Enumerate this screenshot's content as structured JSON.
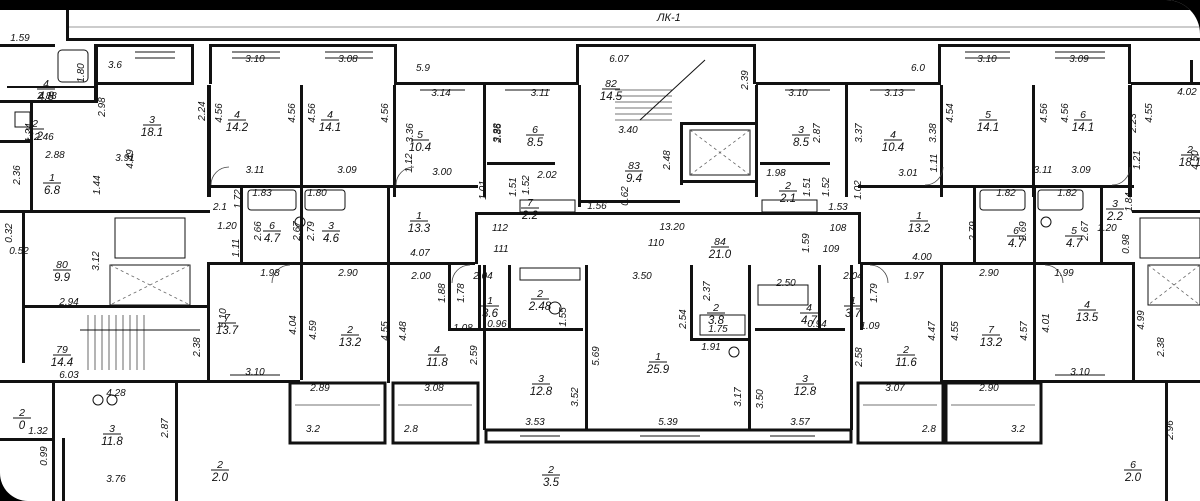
{
  "plan": {
    "section_label": "ЛК-1",
    "rooms": [
      {
        "num": "4",
        "area": "4.8"
      },
      {
        "num": "3",
        "area": "18.1"
      },
      {
        "num": "4",
        "area": "14.2"
      },
      {
        "num": "4",
        "area": "14.1"
      },
      {
        "num": "5",
        "area": "10.4"
      },
      {
        "num": "6",
        "area": "8.5"
      },
      {
        "num": "82",
        "area": "14.5"
      },
      {
        "num": "3",
        "area": "8.5"
      },
      {
        "num": "4",
        "area": "10.4"
      },
      {
        "num": "5",
        "area": "14.1"
      },
      {
        "num": "6",
        "area": "14.1"
      },
      {
        "num": "2",
        "area": "18.1"
      },
      {
        "num": "2",
        "area": "3.2"
      },
      {
        "num": "1",
        "area": "6.8"
      },
      {
        "num": "6",
        "area": "4.7"
      },
      {
        "num": "3",
        "area": "4.6"
      },
      {
        "num": "1",
        "area": "13.3"
      },
      {
        "num": "7",
        "area": "2.2"
      },
      {
        "num": "83",
        "area": "9.4"
      },
      {
        "num": "84",
        "area": "21.0"
      },
      {
        "num": "2",
        "area": "2.1"
      },
      {
        "num": "1",
        "area": "13.2"
      },
      {
        "num": "6",
        "area": "4.7"
      },
      {
        "num": "5",
        "area": "4.7"
      },
      {
        "num": "3",
        "area": "2.2"
      },
      {
        "num": "80",
        "area": "9.9"
      },
      {
        "num": "79",
        "area": "14.4"
      },
      {
        "num": "7",
        "area": "13.7"
      },
      {
        "num": "2",
        "area": "13.2"
      },
      {
        "num": "4",
        "area": "11.8"
      },
      {
        "num": "1",
        "area": "3.6"
      },
      {
        "num": "2",
        "area": "2.48"
      },
      {
        "num": "3",
        "area": "12.8"
      },
      {
        "num": "1",
        "area": "25.9"
      },
      {
        "num": "2",
        "area": "3.8"
      },
      {
        "num": "3",
        "area": "12.8"
      },
      {
        "num": "4",
        "area": "4.7"
      },
      {
        "num": "1",
        "area": "3.7"
      },
      {
        "num": "2",
        "area": "11.6"
      },
      {
        "num": "7",
        "area": "13.2"
      },
      {
        "num": "4",
        "area": "13.5"
      },
      {
        "num": "2",
        "area": "0"
      },
      {
        "num": "3",
        "area": "11.8"
      },
      {
        "num": "2",
        "area": "2.0"
      },
      {
        "num": "2",
        "area": "3.5"
      },
      {
        "num": "6",
        "area": "2.0"
      }
    ],
    "dimensions": [
      "1.59",
      "3.6",
      "3.10",
      "3.08",
      "5.9",
      "6.07",
      "2.39",
      "6.0",
      "3.10",
      "3.09",
      "4.02",
      "1.80",
      "2.88",
      "2.98",
      "2.24",
      "4.56",
      "4.56",
      "4.56",
      "4.56",
      "3.14",
      "3.11",
      "3.10",
      "3.13",
      "4.54",
      "4.56",
      "4.56",
      "4.55",
      "2.23",
      "1.24",
      "2.46",
      "3.36",
      "3.38",
      "2.86",
      "3.40",
      "2.87",
      "3.37",
      "3.38",
      "2.88",
      "3.91",
      "4.49",
      "3.11",
      "3.09",
      "1.12",
      "3.00",
      "2.48",
      "1.98",
      "3.01",
      "1.11",
      "3.11",
      "3.09",
      "1.21",
      "4.50",
      "2.36",
      "1.44",
      "1.83",
      "1.80",
      "1.01",
      "1.51",
      "1.52",
      "2.02",
      "0.62",
      "1.51",
      "1.52",
      "1.53",
      "1.02",
      "1.82",
      "1.82",
      "1.84",
      "1.72",
      "2.1",
      "1.56",
      "13.20",
      "1.20",
      "1.20",
      "2.66",
      "2.67",
      "2.79",
      "112",
      "110",
      "108",
      "2.79",
      "2.69",
      "2.67",
      "0.98",
      "0.32",
      "0.52",
      "3.12",
      "1.11",
      "1.98",
      "2.90",
      "4.07",
      "111",
      "1.59",
      "109",
      "4.00",
      "2.90",
      "1.99",
      "2.94",
      "2.00",
      "2.04",
      "3.50",
      "2.04",
      "1.97",
      "5.10",
      "4.04",
      "4.59",
      "4.55",
      "4.48",
      "1.88",
      "1.78",
      "2.37",
      "1.79",
      "4.47",
      "4.55",
      "4.57",
      "4.01",
      "4.99",
      "2.38",
      "1.08",
      "0.96",
      "1.55",
      "2.54",
      "1.75",
      "0.94",
      "1.09",
      "2.38",
      "6.03",
      "2.59",
      "5.69",
      "1.91",
      "2.58",
      "4.28",
      "3.10",
      "2.89",
      "3.08",
      "3.52",
      "3.17",
      "3.50",
      "3.07",
      "2.90",
      "3.10",
      "1.32",
      "2.87",
      "3.2",
      "2.8",
      "3.53",
      "5.39",
      "3.57",
      "2.8",
      "3.2",
      "2.96",
      "0.99",
      "3.76",
      "2.50"
    ]
  }
}
